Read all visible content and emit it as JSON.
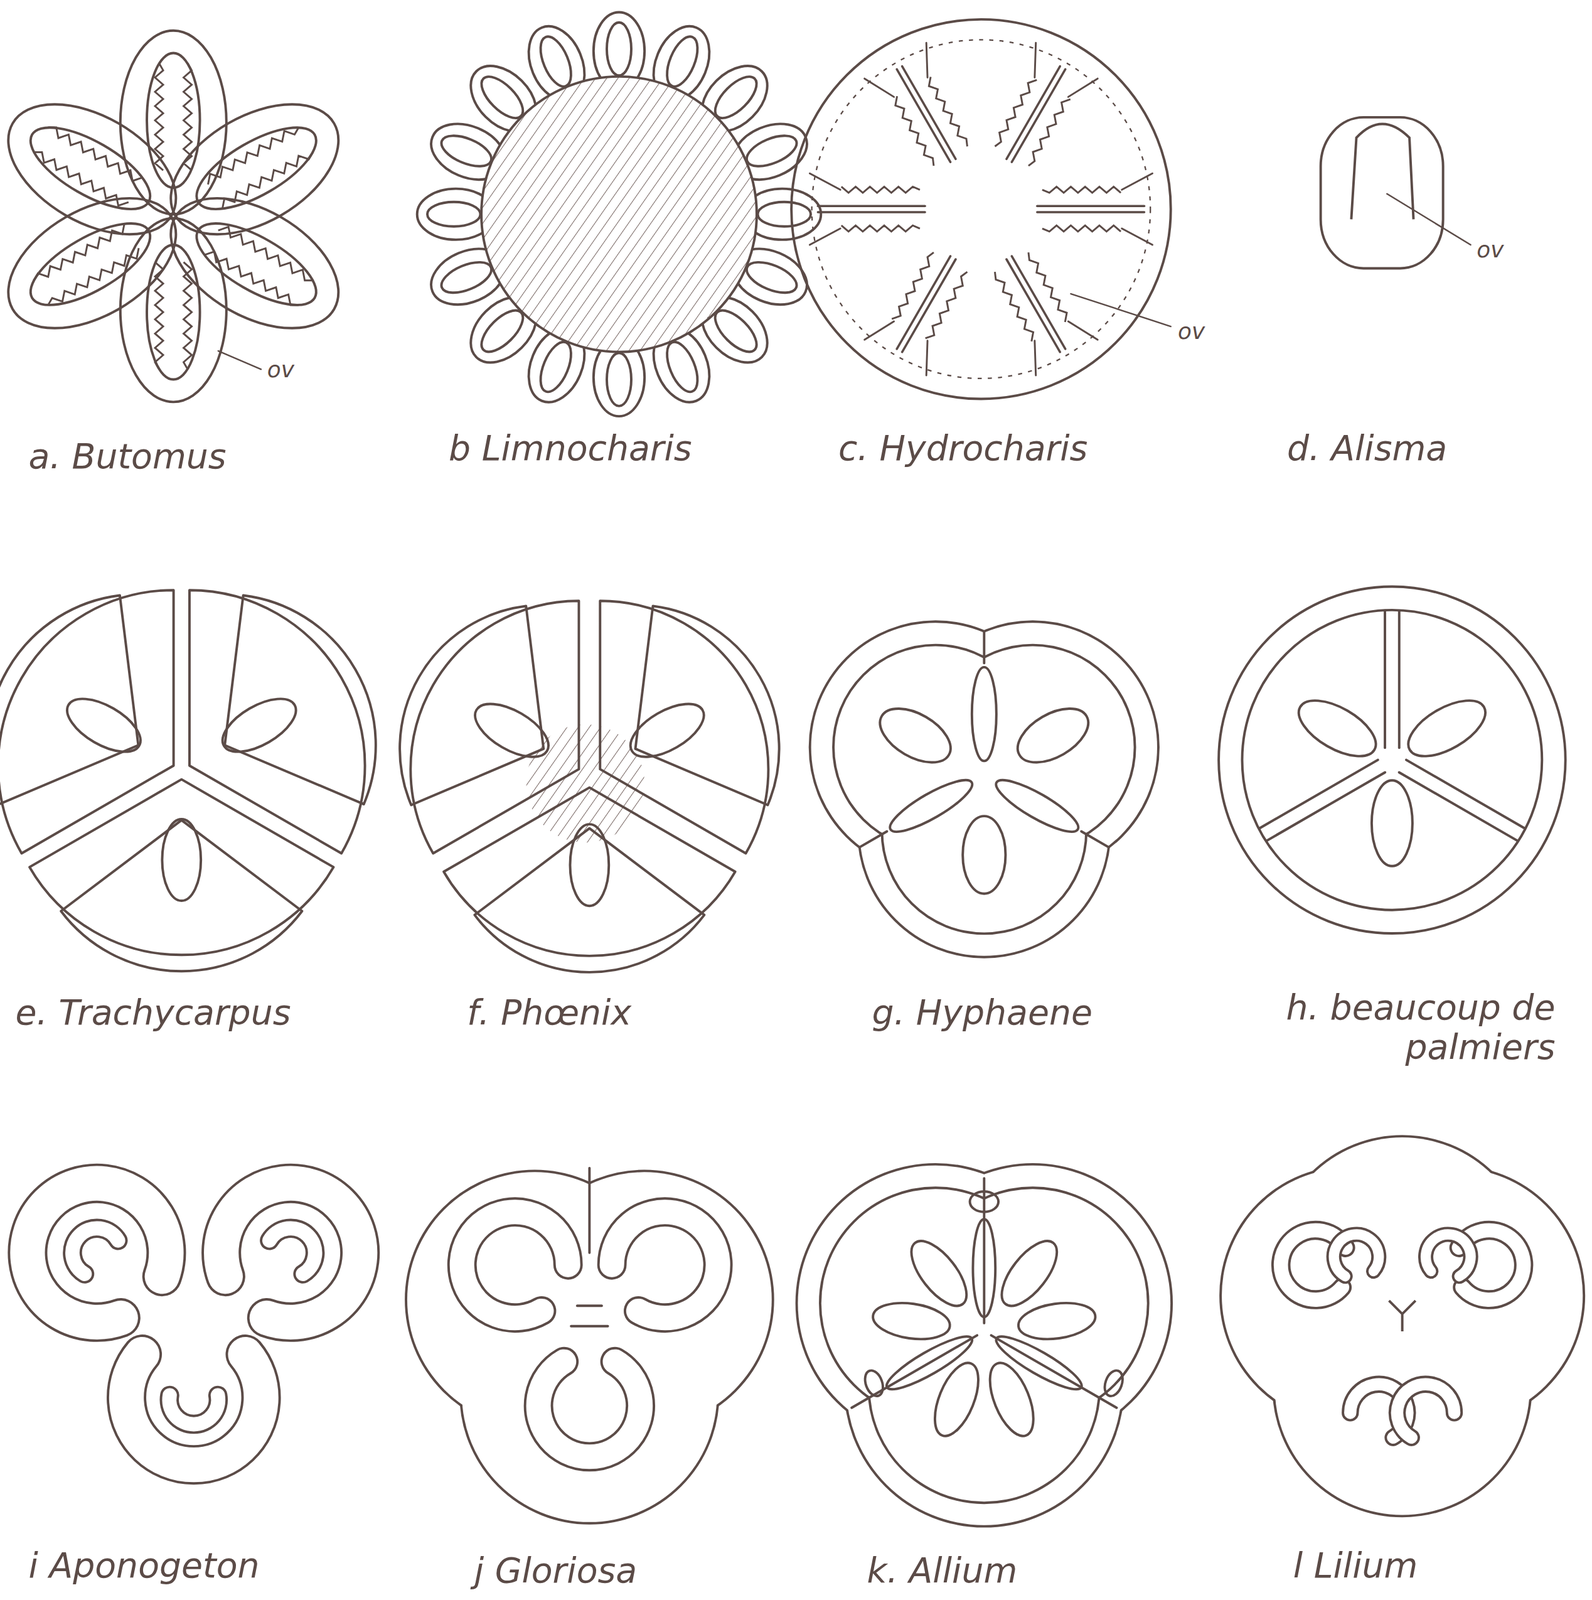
{
  "diagram": {
    "labels": [
      "ov",
      "ov",
      "ov",
      "a. Butomus",
      "b Limnocharis",
      "c. Hydrocharis",
      "d. Alisma",
      "e. Trachycarpus",
      "f. Phœnix",
      "g. Hyphaene",
      "h. beaucoup de palmiers",
      "i Aponogeton",
      "j Gloriosa",
      "k. Allium",
      "l Lilium"
    ]
  }
}
